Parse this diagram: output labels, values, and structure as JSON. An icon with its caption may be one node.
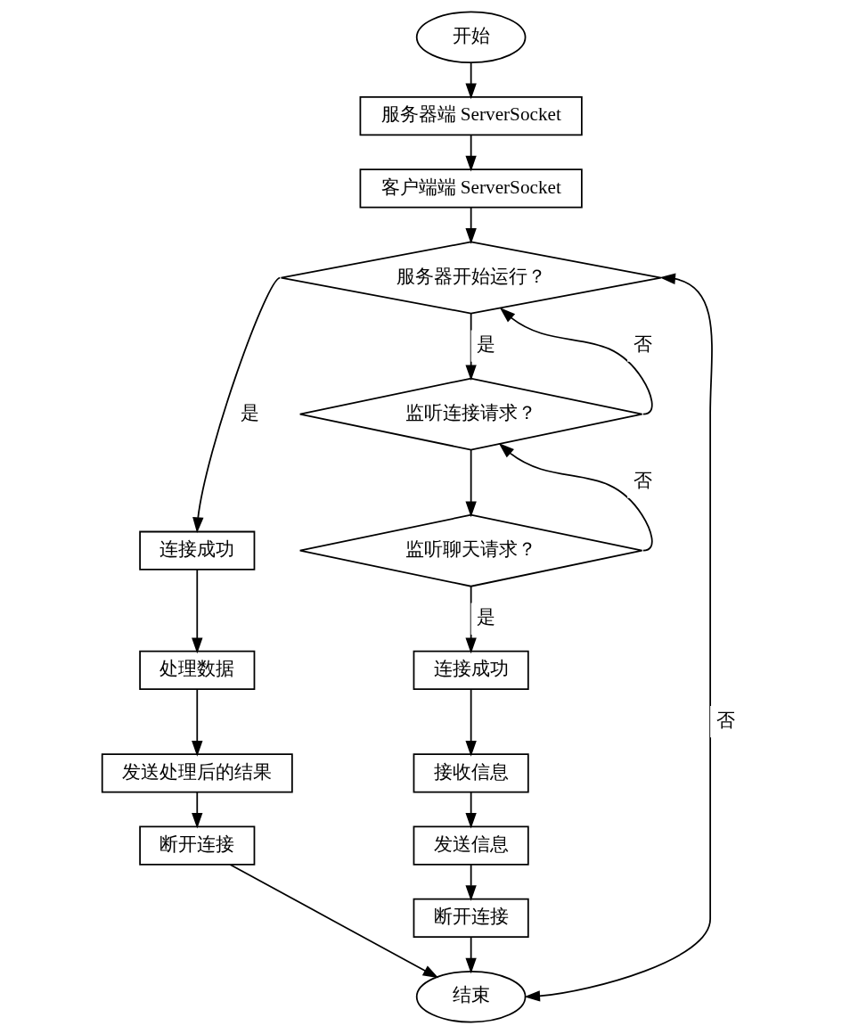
{
  "diagram": {
    "nodes": [
      {
        "text": [
          "开始"
        ]
      },
      {
        "text": [
          "服务器端 ServerSocket"
        ]
      },
      {
        "text": [
          "客户端端 ServerSocket"
        ]
      },
      {
        "text": [
          "服务器开始运行？"
        ]
      },
      {
        "text": [
          "监听连接请求？"
        ]
      },
      {
        "text": [
          "监听聊天请求？"
        ]
      },
      {
        "text": [
          "连接成功"
        ]
      },
      {
        "text": [
          "接收信息"
        ]
      },
      {
        "text": [
          "发送信息"
        ]
      },
      {
        "text": [
          "断开连接"
        ]
      },
      {
        "text": [
          "连接成功"
        ]
      },
      {
        "text": [
          "处理数据"
        ]
      },
      {
        "text": [
          "发送处理后的结果"
        ]
      },
      {
        "text": [
          "断开连接"
        ]
      },
      {
        "text": [
          "结束"
        ]
      }
    ],
    "edges": [
      {
        "from": 0,
        "to": 1,
        "arrow": "to"
      },
      {
        "from": 1,
        "to": 2,
        "arrow": "to"
      },
      {
        "from": 2,
        "to": 3,
        "arrow": "to"
      },
      {
        "from": 3,
        "to": 10,
        "arrow": "to",
        "label": "是"
      },
      {
        "from": 3,
        "to": 4,
        "arrow": "to",
        "label": "是"
      },
      {
        "from": 4,
        "to": 5,
        "arrow": "to"
      },
      {
        "from": 4,
        "to": 3,
        "arrow": "to",
        "label": "否"
      },
      {
        "from": 5,
        "to": 4,
        "arrow": "to",
        "label": "否"
      },
      {
        "from": 5,
        "to": 6,
        "arrow": "to",
        "label": "是"
      },
      {
        "from": 6,
        "to": 7,
        "arrow": "to"
      },
      {
        "from": 7,
        "to": 8,
        "arrow": "to"
      },
      {
        "from": 8,
        "to": 9,
        "arrow": "to"
      },
      {
        "from": 9,
        "to": 14,
        "arrow": "to"
      },
      {
        "from": 10,
        "to": 11,
        "arrow": "to"
      },
      {
        "from": 11,
        "to": 12,
        "arrow": "to"
      },
      {
        "from": 12,
        "to": 13,
        "arrow": "to"
      },
      {
        "from": 13,
        "to": 14,
        "arrow": "to"
      },
      {
        "from": 3,
        "to": 14,
        "arrow": "both",
        "label": "否"
      }
    ]
  }
}
